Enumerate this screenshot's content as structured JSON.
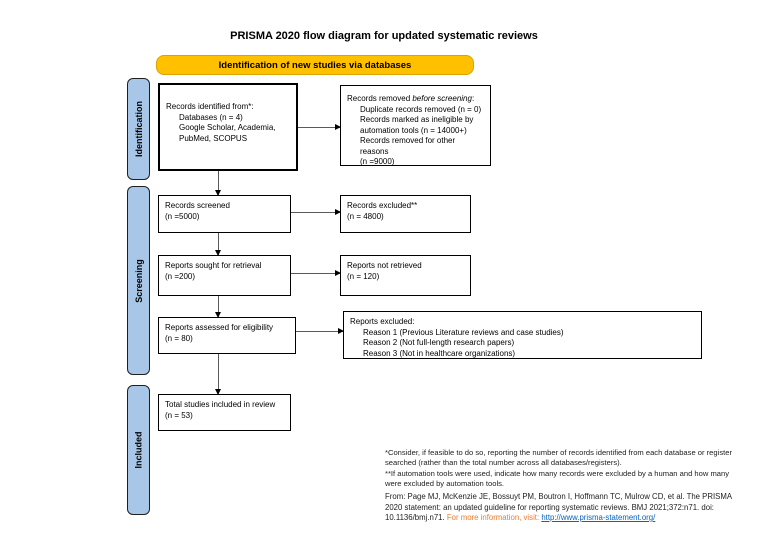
{
  "title": "PRISMA 2020 flow diagram for updated systematic reviews",
  "banner": {
    "label": "Identification of new studies via databases"
  },
  "stages": {
    "identification": "Identification",
    "screening": "Screening",
    "included": "Included"
  },
  "flow": {
    "records_identified": {
      "heading": "Records identified from*:",
      "lines": [
        "Databases (n = 4)",
        "Google Scholar, Academia,",
        "PubMed, SCOPUS"
      ]
    },
    "records_removed": {
      "heading_prefix": "Records removed ",
      "heading_italic": "before screening",
      "heading_suffix": ":",
      "lines": [
        "Duplicate records removed (n = 0)",
        "Records marked as ineligible by",
        "automation tools (n = 14000+)",
        "Records removed for other reasons",
        "(n =9000)"
      ]
    },
    "records_screened": {
      "lines": [
        "Records screened",
        "(n =5000)"
      ]
    },
    "records_excluded": {
      "lines": [
        "Records excluded**",
        "(n = 4800)"
      ]
    },
    "reports_sought": {
      "lines": [
        "Reports sought for retrieval",
        "(n =200)"
      ]
    },
    "reports_not_retrieved": {
      "lines": [
        "Reports not retrieved",
        "(n = 120)"
      ]
    },
    "reports_assessed": {
      "lines": [
        "Reports assessed for eligibility",
        "(n = 80)"
      ]
    },
    "reports_excluded": {
      "heading": "Reports excluded:",
      "lines": [
        "Reason 1 (Previous Literature reviews and case studies)",
        "Reason 2 (Not full-length research papers)",
        "Reason 3 (Not in healthcare organizations)"
      ]
    },
    "total_included": {
      "lines": [
        "Total studies included in review",
        "(n = 53)"
      ]
    }
  },
  "footnotes": [
    "*Consider, if feasible to do so, reporting the number of records identified from each database or register searched (rather than the total number across all databases/registers).",
    "**If automation tools were used, indicate how many records were excluded by a human and how many were excluded by automation tools."
  ],
  "citation": {
    "text": "From:  Page MJ, McKenzie JE, Bossuyt PM, Boutron I, Hoffmann TC, Mulrow CD, et al. The PRISMA 2020 statement: an updated guideline for reporting systematic reviews. BMJ 2021;372:n71. doi: 10.1136/bmj.n71. ",
    "more_info": "For more information, visit: ",
    "link": "http://www.prisma-statement.org/"
  },
  "colors": {
    "banner_fill": "#FFC000",
    "stage_fill": "#A8C7E8",
    "link": "#0563C1",
    "more_info_text": "#ED7D31"
  }
}
